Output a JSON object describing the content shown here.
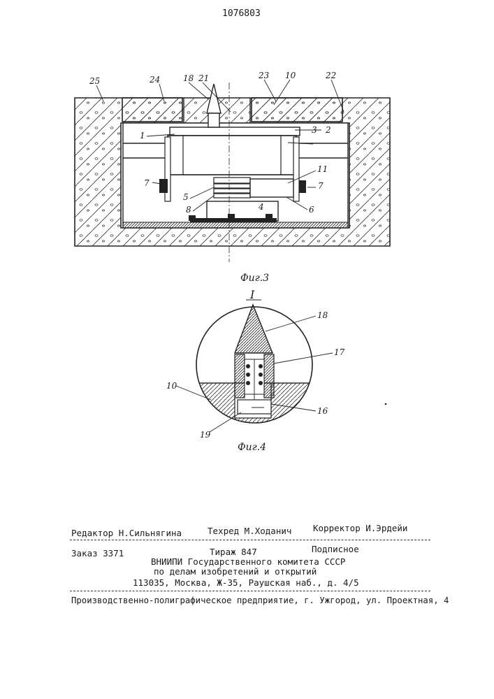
{
  "patent_number": "1076803",
  "fig3": {
    "caption": "Фиг.3",
    "labels": {
      "l25": "25",
      "l24": "24",
      "l18": "18",
      "l21": "21",
      "l23": "23",
      "l10": "10",
      "l22": "22",
      "l1": "1",
      "l3": "3",
      "l2": "2",
      "l11": "11",
      "l7a": "7",
      "l7b": "7",
      "l5": "5",
      "l8": "8",
      "l6": "6",
      "l4": "4"
    }
  },
  "fig4": {
    "caption": "Фиг.4",
    "detail_mark": "I",
    "labels": {
      "l18": "18",
      "l17": "17",
      "l10": "10",
      "l16": "16",
      "l19": "19"
    }
  },
  "footer": {
    "editor": "Редактор Н.Сильнягина",
    "techred": "Техред М.Ходанич",
    "corrector": "Корректор И.Эрдейи",
    "order": "Заказ 3371",
    "circulation": "Тираж 847",
    "subscription": "Подписное",
    "org_line1": "ВНИИПИ Государственного комитета СССР",
    "org_line2": "по делам изобретений и открытий",
    "org_line3": "113035, Москва, Ж-35, Раушская наб., д. 4/5",
    "printer": "Производственно-полиграфическое предприятие, г. Ужгород, ул. Проектная, 4"
  }
}
